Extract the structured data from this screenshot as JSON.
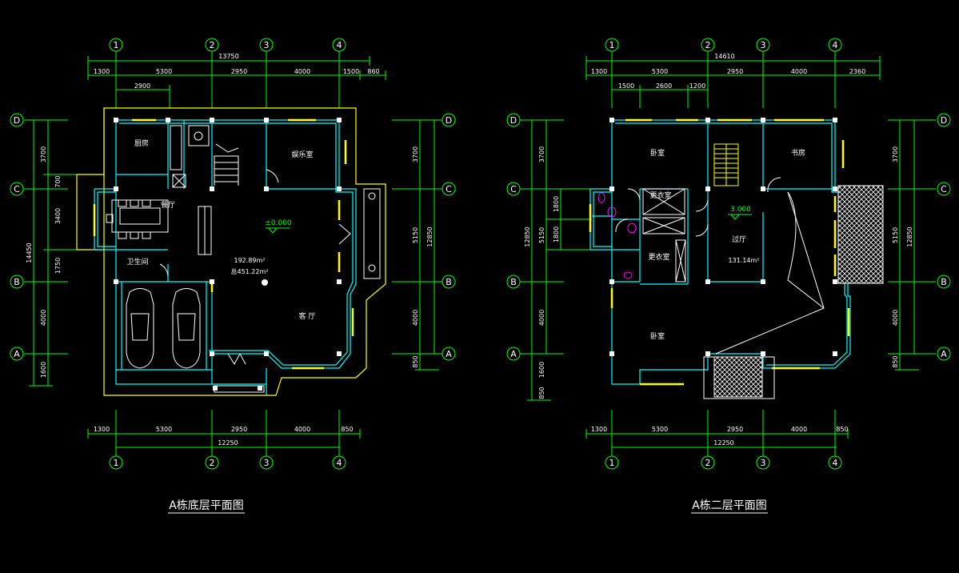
{
  "colors": {
    "background": "#000000",
    "dimension": "#00ff00",
    "wall_outer": "#00ffff",
    "wall_inner": "#ffffff",
    "window": "#ffff00",
    "level_mark": "#00ff00",
    "fixture": "#ff00ff"
  },
  "plan_left": {
    "title": "A栋底层平面图",
    "axis_numbers": [
      "1",
      "2",
      "3",
      "4"
    ],
    "axis_letters": [
      "D",
      "C",
      "B",
      "A"
    ],
    "top_total": "13750",
    "top_dims": [
      "1300",
      "5300",
      "2950",
      "4000",
      "1500",
      "860"
    ],
    "top_sub": "2900",
    "bottom_dims": [
      "1300",
      "5300",
      "2950",
      "4000",
      "850"
    ],
    "bottom_total": "12250",
    "left_dims": [
      "3700",
      "700",
      "3400",
      "1750",
      "4000",
      "1600"
    ],
    "left_total": "14450",
    "right_dims": [
      "3700",
      "5150",
      "4000",
      "850"
    ],
    "right_total": "12850",
    "rooms": {
      "kitchen": "厨房",
      "entertainment": "娱乐室",
      "dining": "餐厅",
      "bathroom": "卫生间",
      "living": "客 厅"
    },
    "level": "±0.000",
    "area1": "192.89m²",
    "area2": "总451.22m²"
  },
  "plan_right": {
    "title": "A栋二层平面图",
    "axis_numbers": [
      "1",
      "2",
      "3",
      "4"
    ],
    "axis_letters": [
      "D",
      "C",
      "B",
      "A"
    ],
    "top_total": "14610",
    "top_dims": [
      "1300",
      "5300",
      "2950",
      "4000",
      "2360"
    ],
    "top_sub": [
      "1500",
      "2600",
      "1200"
    ],
    "bottom_dims": [
      "1300",
      "5300",
      "2950",
      "4000",
      "850"
    ],
    "bottom_total": "12250",
    "left_dims": [
      "3700",
      "1800",
      "1800",
      "4000",
      "1600",
      "850"
    ],
    "left_total": "12850",
    "left_mid": "5150",
    "right_dims": [
      "3700",
      "5150",
      "4000",
      "850"
    ],
    "right_total": "12850",
    "rooms": {
      "bedroom_top": "卧室",
      "study": "书房",
      "closet1": "更衣室",
      "closet2": "更衣室",
      "hall": "过厅",
      "bedroom_bottom": "卧室"
    },
    "level": "3.000",
    "area": "131.14m²"
  }
}
